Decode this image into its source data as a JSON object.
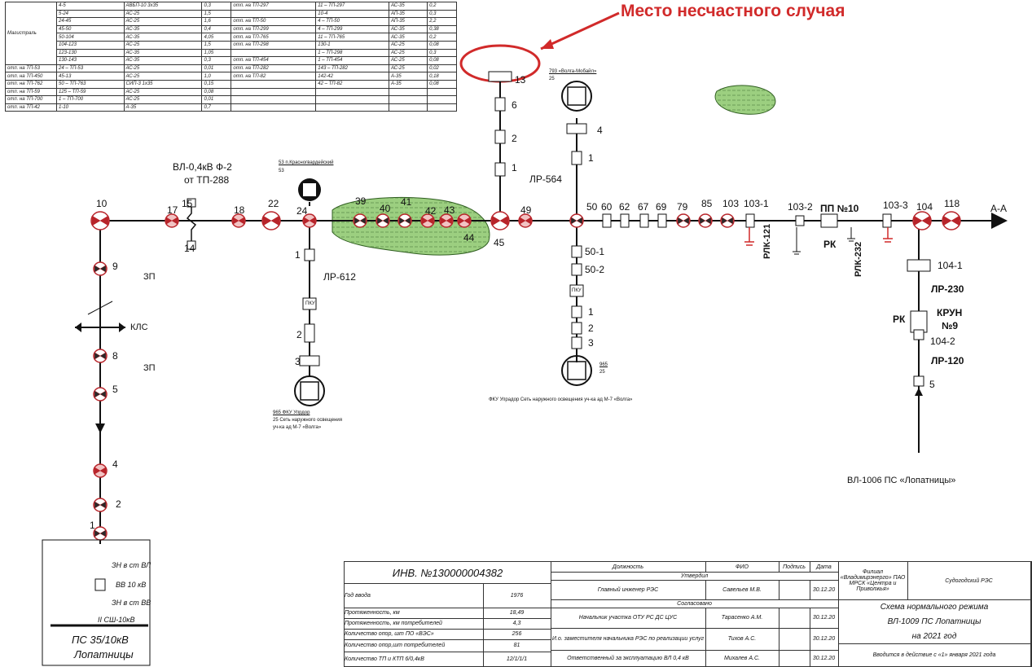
{
  "callout": "Место несчастного случая",
  "spec_table": {
    "trunk_label": "Магистраль",
    "left_rows": [
      [
        "",
        "4-5",
        "АВБП-10 3х35",
        "0,3"
      ],
      [
        "",
        "5-24",
        "АС-25",
        "1,5"
      ],
      [
        "",
        "24-45",
        "АС-25",
        "1,6"
      ],
      [
        "",
        "45-50",
        "АС-35",
        "0,4"
      ],
      [
        "",
        "50-104",
        "АС-35",
        "4,05"
      ],
      [
        "",
        "104-123",
        "АС-25",
        "1,5"
      ],
      [
        "",
        "123-130",
        "АС-35",
        "1,05"
      ],
      [
        "",
        "130-143",
        "АС-35",
        "0,3"
      ],
      [
        "отп. на ТП-53",
        "24 – ТП-53",
        "АС-25",
        "0,01"
      ],
      [
        "отп. на ТП-450",
        "45-13",
        "АС-25",
        "1,0"
      ],
      [
        "отп. на ТП-762",
        "50 – ТП-763",
        "СИП-3 1х35",
        "0,15"
      ],
      [
        "отп. на ТП-59",
        "125 – ТП-59",
        "АС-25",
        "0,08"
      ],
      [
        "отп. на ТП-700",
        "1 – ТП-700",
        "АС-25",
        "0,01"
      ],
      [
        "отп. на ТП-42",
        "1-10",
        "А-35",
        "0,7"
      ]
    ],
    "right_rows": [
      [
        "отп. на ТП-297",
        "11 – ТП-297",
        "АС-35",
        "0,2"
      ],
      [
        "",
        "10-4",
        "АП-35",
        "0,3"
      ],
      [
        "отп. на ТП-50",
        "4 – ТП-50",
        "АП-35",
        "2,2"
      ],
      [
        "отп. на ТП-299",
        "4 – ТП-299",
        "АС-35",
        "0,38"
      ],
      [
        "отп. на ТП-765",
        "11 – ТП-765",
        "АС-35",
        "0,2"
      ],
      [
        "отп. на ТП-298",
        "130-1",
        "АС-25",
        "0,08"
      ],
      [
        "",
        "1 – ТП-298",
        "АС-25",
        "0,3"
      ],
      [
        "отп. на ТП-454",
        "1 – ТП-454",
        "АС-25",
        "0,08"
      ],
      [
        "отп. на ТП-282",
        "143 – ТП-282",
        "АС-25",
        "0,02"
      ],
      [
        "отп. на ТП-82",
        "142-42",
        "А-35",
        "0,18"
      ],
      [
        "",
        "42 – ТП-82",
        "А-35",
        "0,08"
      ],
      [
        "",
        "",
        "",
        ""
      ],
      [
        "",
        "",
        "",
        ""
      ],
      [
        "",
        "",
        "",
        ""
      ]
    ]
  },
  "labels": {
    "vl04_line1": "ВЛ-0,4кВ Ф-2",
    "vl04_line2": "от ТП-288",
    "krasnogvard": "53 п.Красногвардейский",
    "krasnogvard_sub": "53",
    "vokzal": "793 «Волга-Мобайл»",
    "vokzal_sub": "25",
    "lr564": "ЛР-564",
    "lr612": "ЛР-612",
    "ppu": "ПКУ",
    "zp": "ЗП",
    "kls": "КЛС",
    "pp10": "ПП №10",
    "rk": "РК",
    "rlk121": "РЛК-121",
    "rlk232": "РЛК-232",
    "aa": "А-А",
    "lr230": "ЛР-230",
    "krun": "КРУН",
    "krun_no": "№9",
    "rk2": "РК",
    "lr120": "ЛР-120",
    "vl1006": "ВЛ-1006 ПС «Лопатницы»",
    "upr_bottom1": "965 ФКУ Упрдор",
    "upr_bottom2": "25 Сеть наружного освещения",
    "upr_bottom3": "уч-ка ад М-7 «Волга»",
    "fku_text": "ФКУ Упрадор Сеть наружного освещения уч-ка ад М-7 «Волга»",
    "fku_num": "965",
    "fku_num2": "25",
    "zn_vl": "ЗН в ст ВЛ",
    "vv10": "ВВ 10 кВ",
    "zn_vv": "ЗН в ст ВВ",
    "ssh": "II СШ-10кВ",
    "ps1": "ПС 35/10кВ",
    "ps2": "Лопатницы"
  },
  "node_numbers": {
    "main": [
      "10",
      "17",
      "15",
      "18",
      "22",
      "24",
      "39",
      "40",
      "41",
      "42",
      "43",
      "44",
      "45",
      "49",
      "50",
      "60",
      "62",
      "67",
      "69",
      "79",
      "85",
      "103",
      "103-1",
      "103-2",
      "103-3",
      "104",
      "118",
      "14"
    ],
    "branch_564": [
      "13",
      "6",
      "2",
      "1"
    ],
    "branch_50": [
      "4",
      "1",
      "50-1",
      "50-2",
      "1",
      "2",
      "3"
    ],
    "branch_612": [
      "1",
      "2",
      "3"
    ],
    "branch_104": [
      "104-1",
      "104-2",
      "5"
    ],
    "left_vertical": [
      "9",
      "8",
      "5",
      "4",
      "2",
      "1"
    ]
  },
  "stamp": {
    "inv": "ИНВ. №130000004382",
    "year_label": "Год ввода",
    "year_value": "1976",
    "len_label": "Протяженность, км",
    "len_value": "18,49",
    "len_cons_label": "Протяженность, км потребителей",
    "len_cons_value": "4,3",
    "poles_label": "Количество опор, шт ПО «ВЭС»",
    "poles_value": "256",
    "poles_cons_label": "Количество опор,шт потребителей",
    "poles_cons_value": "81",
    "last_label": "Количество ТП и КТП 6/0,4кВ",
    "last_value": "12/1/1/1",
    "h_position": "Должность",
    "h_fio": "ФИО",
    "h_sign": "Подпись",
    "h_date": "Дата",
    "approved": "Утвердил",
    "agreed": "Согласовано",
    "r1_pos": "Главный инженер РЭС",
    "r1_fio": "Савельев М.В.",
    "r1_date": "30.12.20",
    "r2_pos": "Начальник участка ОТУ РС ДС ЦУС",
    "r2_fio": "Тарасенко А.М.",
    "r2_date": "30.12.20",
    "r3_pos": "И.о. заместителя начальника РЭС по реализации услуг",
    "r3_fio": "Тихов А.С.",
    "r3_date": "30.12.20",
    "r4_pos": "Ответственный за эксплуатацию ВЛ 0,4 кВ",
    "r4_fio": "Михалев А.С.",
    "r4_date": "30.12.20",
    "org": "Филиал «Владимирэнерго» ПАО МРСК «Центра и Приволжья»",
    "res": "Судогодский РЭС",
    "title1": "Схема нормального режима",
    "title2": "ВЛ-1009 ПС Лопатницы",
    "title3": "на 2021 год",
    "enforce": "Вводится в действие с «1» января 2021 года"
  },
  "colors": {
    "accent_red": "#d12a2a",
    "pole_red": "#b8242a",
    "green_zone": "#9ccf80",
    "line": "#111111"
  }
}
